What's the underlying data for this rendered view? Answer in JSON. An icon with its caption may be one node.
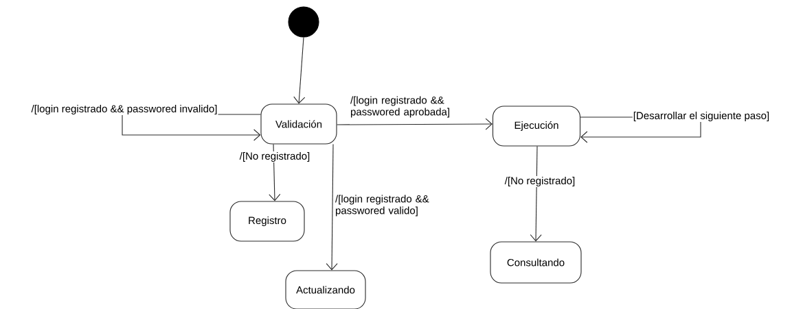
{
  "diagram": {
    "nodes": [
      {
        "text": [],
        "shape": "circle"
      },
      {
        "text": [
          "Validación"
        ]
      },
      {
        "text": [
          "Ejecución"
        ]
      },
      {
        "text": [
          "Registro"
        ]
      },
      {
        "text": [
          "Actualizando"
        ]
      },
      {
        "text": [
          "Consultando"
        ]
      }
    ],
    "edges": [
      {
        "from": 0,
        "to": 1,
        "arrow": "to"
      },
      {
        "from": 1,
        "to": 1,
        "arrow": "to",
        "label": "/[login registrado && passwored invalido]"
      },
      {
        "from": 1,
        "to": 2,
        "arrow": "to",
        "label": "/[login registrado && passwored aprobada]"
      },
      {
        "from": 1,
        "to": 3,
        "arrow": "to",
        "label": "/[No registrado]"
      },
      {
        "from": 1,
        "to": 4,
        "arrow": "to",
        "label": "/[login registrado && passwored valido]"
      },
      {
        "from": 2,
        "to": 2,
        "arrow": "to",
        "label": "[Desarrollar el siguiente paso]"
      },
      {
        "from": 2,
        "to": 5,
        "arrow": "to",
        "label": "/[No registrado]"
      }
    ]
  }
}
